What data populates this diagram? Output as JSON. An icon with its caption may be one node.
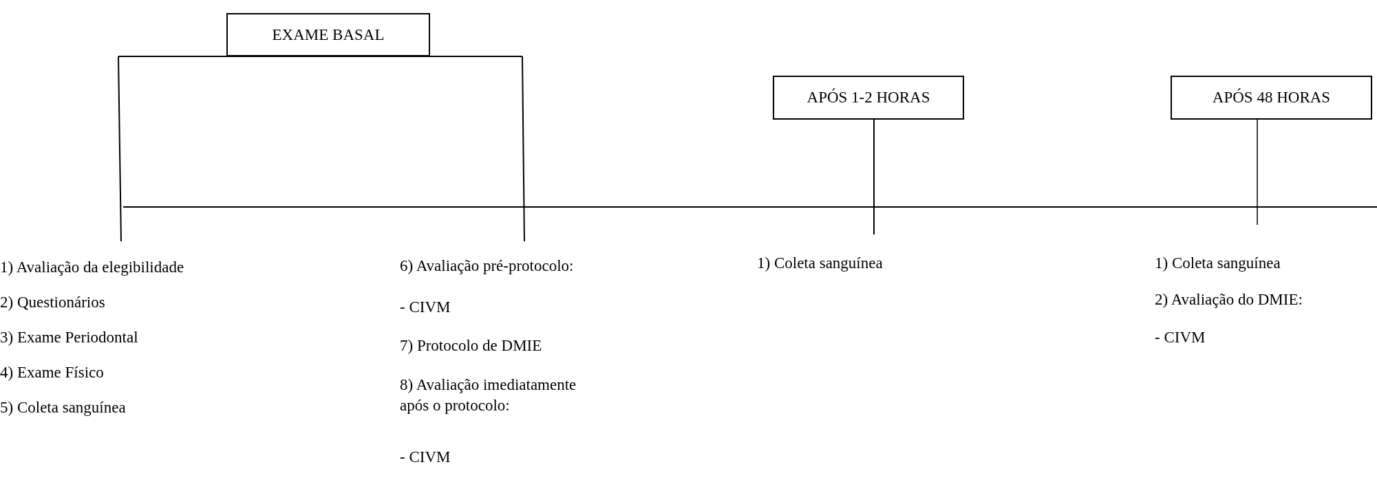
{
  "diagram": {
    "nodes": [
      {
        "text": [
          "EXAME BASAL"
        ]
      },
      {
        "text": [
          "APÓS 1-2 HORAS"
        ]
      },
      {
        "text": [
          "APÓS 48 HORAS"
        ]
      }
    ],
    "labels": [
      "1) Avaliação da elegibilidade",
      "2) Questionários",
      "3) Exame Periodontal",
      "4) Exame Físico",
      "5) Coleta sanguínea",
      "6) Avaliação pré-protocolo:",
      "- CIVM",
      "7) Protocolo de DMIE",
      "8) Avaliação imediatamente após o protocolo:",
      "- CIVM",
      "1)   Coleta sanguínea",
      "1) Coleta sanguínea",
      "2) Avaliação do DMIE:",
      "- CIVM"
    ]
  }
}
